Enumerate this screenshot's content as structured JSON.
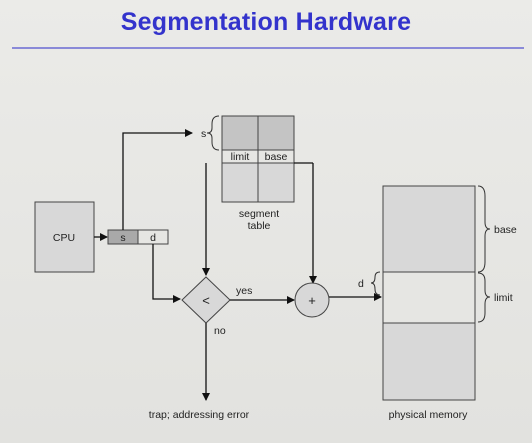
{
  "slide": {
    "title": "Segmentation Hardware"
  },
  "diagram": {
    "cpu_label": "CPU",
    "address_s": "s",
    "address_d": "d",
    "segment_index_label": "s",
    "limit_header": "limit",
    "base_header": "base",
    "segment_table_label_line1": "segment",
    "segment_table_label_line2": "table",
    "comparator_symbol": "<",
    "yes_label": "yes",
    "no_label": "no",
    "adder_symbol": "+",
    "trap_label": "trap; addressing error",
    "offset_label": "d",
    "memory_base_label": "base",
    "memory_limit_label": "limit",
    "memory_label": "physical  memory"
  },
  "colors": {
    "title": "#3333cc",
    "box_fill": "#d8d8d8",
    "table_header_fill": "#c8c8c8",
    "line": "#111111"
  }
}
